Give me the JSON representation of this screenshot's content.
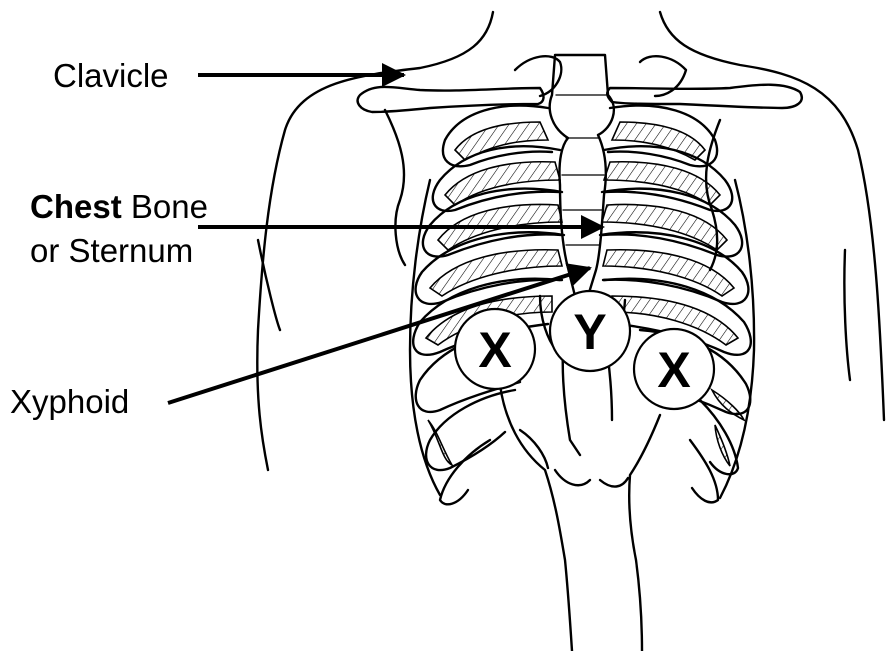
{
  "labels": {
    "clavicle": "Clavicle",
    "chest_bone_line1_bold": "Chest",
    "chest_bone_line1_rest": " Bone",
    "chest_bone_line2": "or Sternum",
    "xyphoid": "Xyphoid"
  },
  "hand_marks": {
    "left": "X",
    "center": "Y",
    "right": "X"
  },
  "colors": {
    "ink": "#000000",
    "paper": "#ffffff"
  }
}
